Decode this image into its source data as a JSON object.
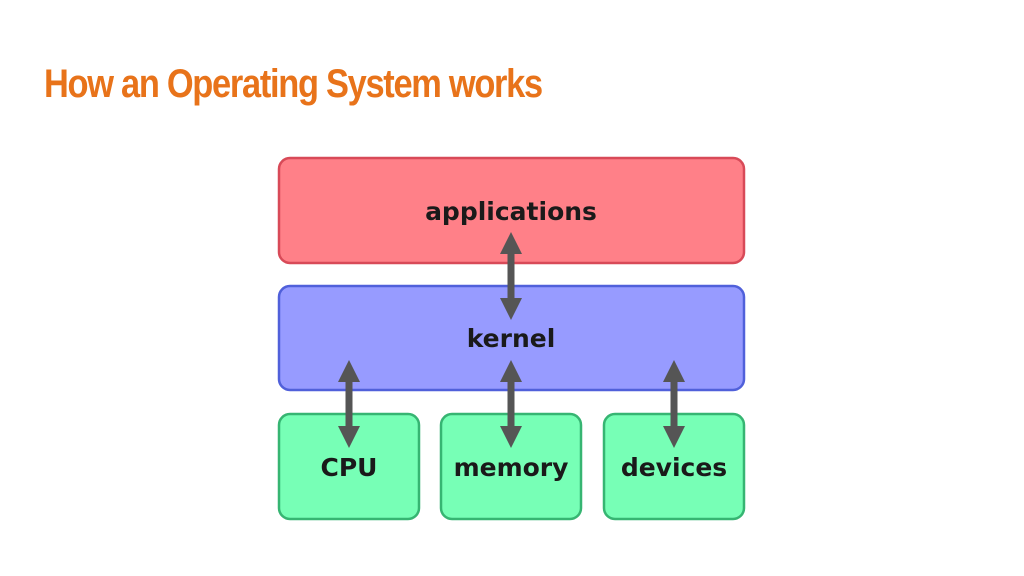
{
  "slide": {
    "title": "How an Operating System works",
    "title_color": "#E8731A"
  },
  "diagram": {
    "applications": {
      "label": "applications",
      "fill": "#FF8088",
      "stroke": "#D84A58"
    },
    "kernel": {
      "label": "kernel",
      "fill": "#979BFF",
      "stroke": "#5060DA"
    },
    "cpu": {
      "label": "CPU",
      "fill": "#77FFB6",
      "stroke": "#36B572"
    },
    "memory": {
      "label": "memory",
      "fill": "#77FFB6",
      "stroke": "#36B572"
    },
    "devices": {
      "label": "devices",
      "fill": "#77FFB6",
      "stroke": "#36B572"
    },
    "arrow_color": "#555555",
    "label_color": "#1a1a1a"
  }
}
